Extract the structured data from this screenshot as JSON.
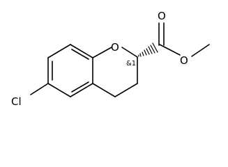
{
  "molecule": {
    "atoms": {
      "chlorine": "Cl",
      "ring_oxygen": "O",
      "carbonyl_oxygen": "O",
      "ester_oxygen": "O"
    },
    "stereo_descriptor": "&1"
  }
}
